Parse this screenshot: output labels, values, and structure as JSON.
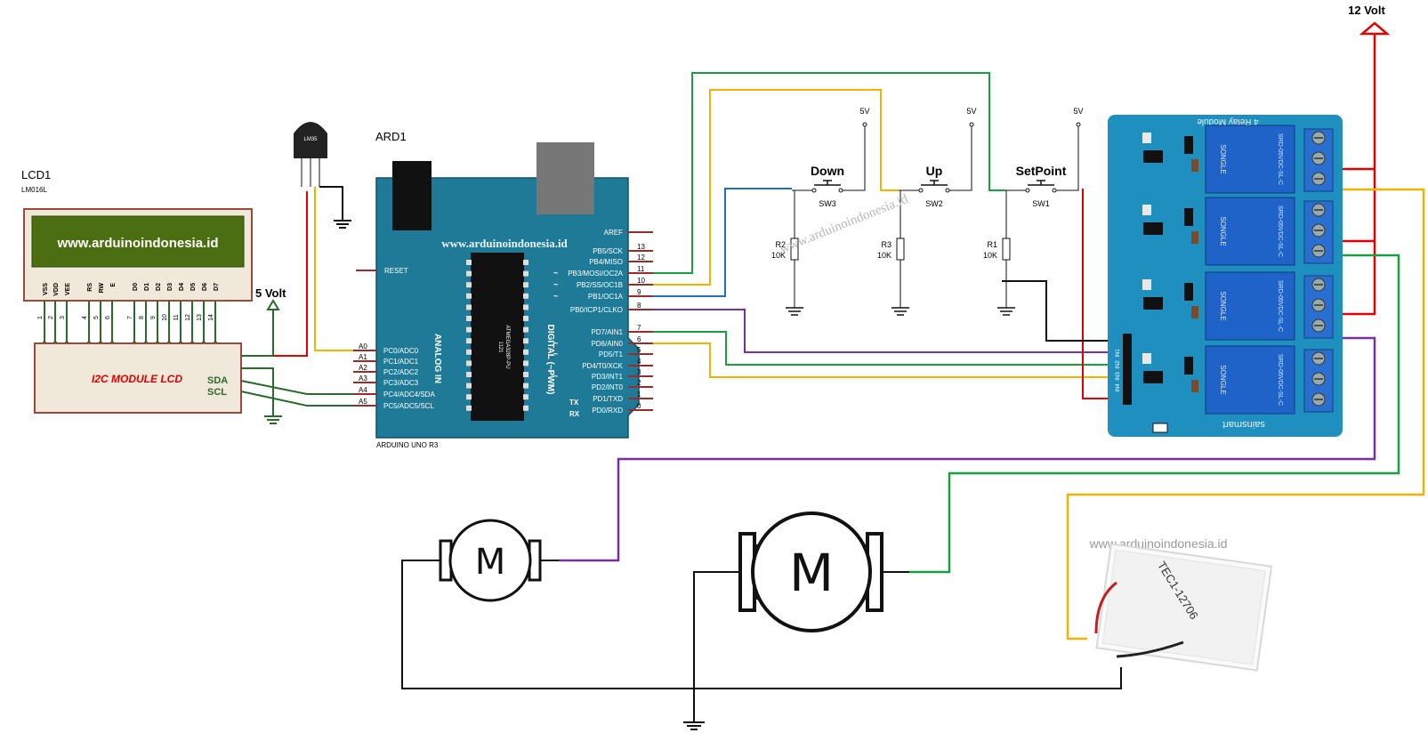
{
  "lcd": {
    "ref": "LCD1",
    "model": "LM016L",
    "display_text": "www.arduinoindonesia.id",
    "pins": [
      "VSS",
      "VDD",
      "VEE",
      "RS",
      "RW",
      "E",
      "D0",
      "D1",
      "D2",
      "D3",
      "D4",
      "D5",
      "D6",
      "D7"
    ],
    "pin_numbers": [
      "1",
      "2",
      "3",
      "4",
      "5",
      "6",
      "7",
      "8",
      "9",
      "10",
      "11",
      "12",
      "13",
      "14"
    ]
  },
  "i2c": {
    "label": "I2C MODULE LCD",
    "sda": "SDA",
    "scl": "SCL"
  },
  "power": {
    "five_volt": "5 Volt",
    "twelve_volt": "12 Volt",
    "five_v_small": "5V"
  },
  "sensor": {
    "label": "LM35"
  },
  "arduino": {
    "ref": "ARD1",
    "name": "ARDUINO UNO R3",
    "watermark": "www.arduinoindonesia.id",
    "chip_line1": "1121",
    "chip_line2": "ATMEGA328P-PU",
    "analog_label": "ANALOG IN",
    "digital_label": "DIGITAL (~PWM)",
    "reset": "RESET",
    "aref": "AREF",
    "analog_pins": [
      "A0",
      "A1",
      "A2",
      "A3",
      "A4",
      "A5"
    ],
    "analog_funcs": [
      "PC0/ADC0",
      "PC1/ADC1",
      "PC2/ADC2",
      "PC3/ADC3",
      "PC4/ADC4/SDA",
      "PC5/ADC5/SCL"
    ],
    "digital_funcs": [
      "PB5/SCK",
      "PB4/MISO",
      "PB3/MOSI/OC2A",
      "PB2/SS/OC1B",
      "PB1/OC1A",
      "PB0/ICP1/CLKO",
      "PD7/AIN1",
      "PD6/AIN0",
      "PD5/T1",
      "PD4/T0/XCK",
      "PD3/INT1",
      "PD2/INT0",
      "PD1/TXD",
      "PD0/RXD"
    ],
    "digital_nums": [
      "13",
      "12",
      "11",
      "10",
      "9",
      "8",
      "7",
      "6",
      "5",
      "4",
      "3",
      "2",
      "1",
      "0"
    ],
    "tx": "TX",
    "rx": "RX",
    "tilde": "~"
  },
  "switches": [
    {
      "name": "Down",
      "ref": "SW3"
    },
    {
      "name": "Up",
      "ref": "SW2"
    },
    {
      "name": "SetPoint",
      "ref": "SW1"
    }
  ],
  "resistors": [
    {
      "ref": "R2",
      "value": "10K"
    },
    {
      "ref": "R3",
      "value": "10K"
    },
    {
      "ref": "R1",
      "value": "10K"
    }
  ],
  "relay": {
    "title": "4 Relay Module",
    "brand": "sainsmart",
    "relay_text": "SRD-05VDC-SL-C",
    "songle": "SONGLE",
    "inputs": [
      "IN1",
      "IN2",
      "IN3",
      "IN4"
    ]
  },
  "motor": {
    "label": "M"
  },
  "peltier": {
    "watermark": "www.arduinoindonesia.id",
    "label": "TEC1-12706"
  },
  "watermark_diag": "www.arduinoindonesia.id",
  "colors": {
    "wire_red": "#e00000",
    "wire_green": "#18a040",
    "wire_yellow": "#f0b400",
    "wire_purple": "#7a2fa0",
    "wire_blue": "#2070c0",
    "wire_dark_green": "#2a6a2a",
    "arduino_teal": "#1e7a96",
    "relay_blue": "#1f8fbf",
    "lcd_green": "#4a6e10",
    "module_fill": "#f0e8d8",
    "module_stroke": "#9b4a3a"
  }
}
